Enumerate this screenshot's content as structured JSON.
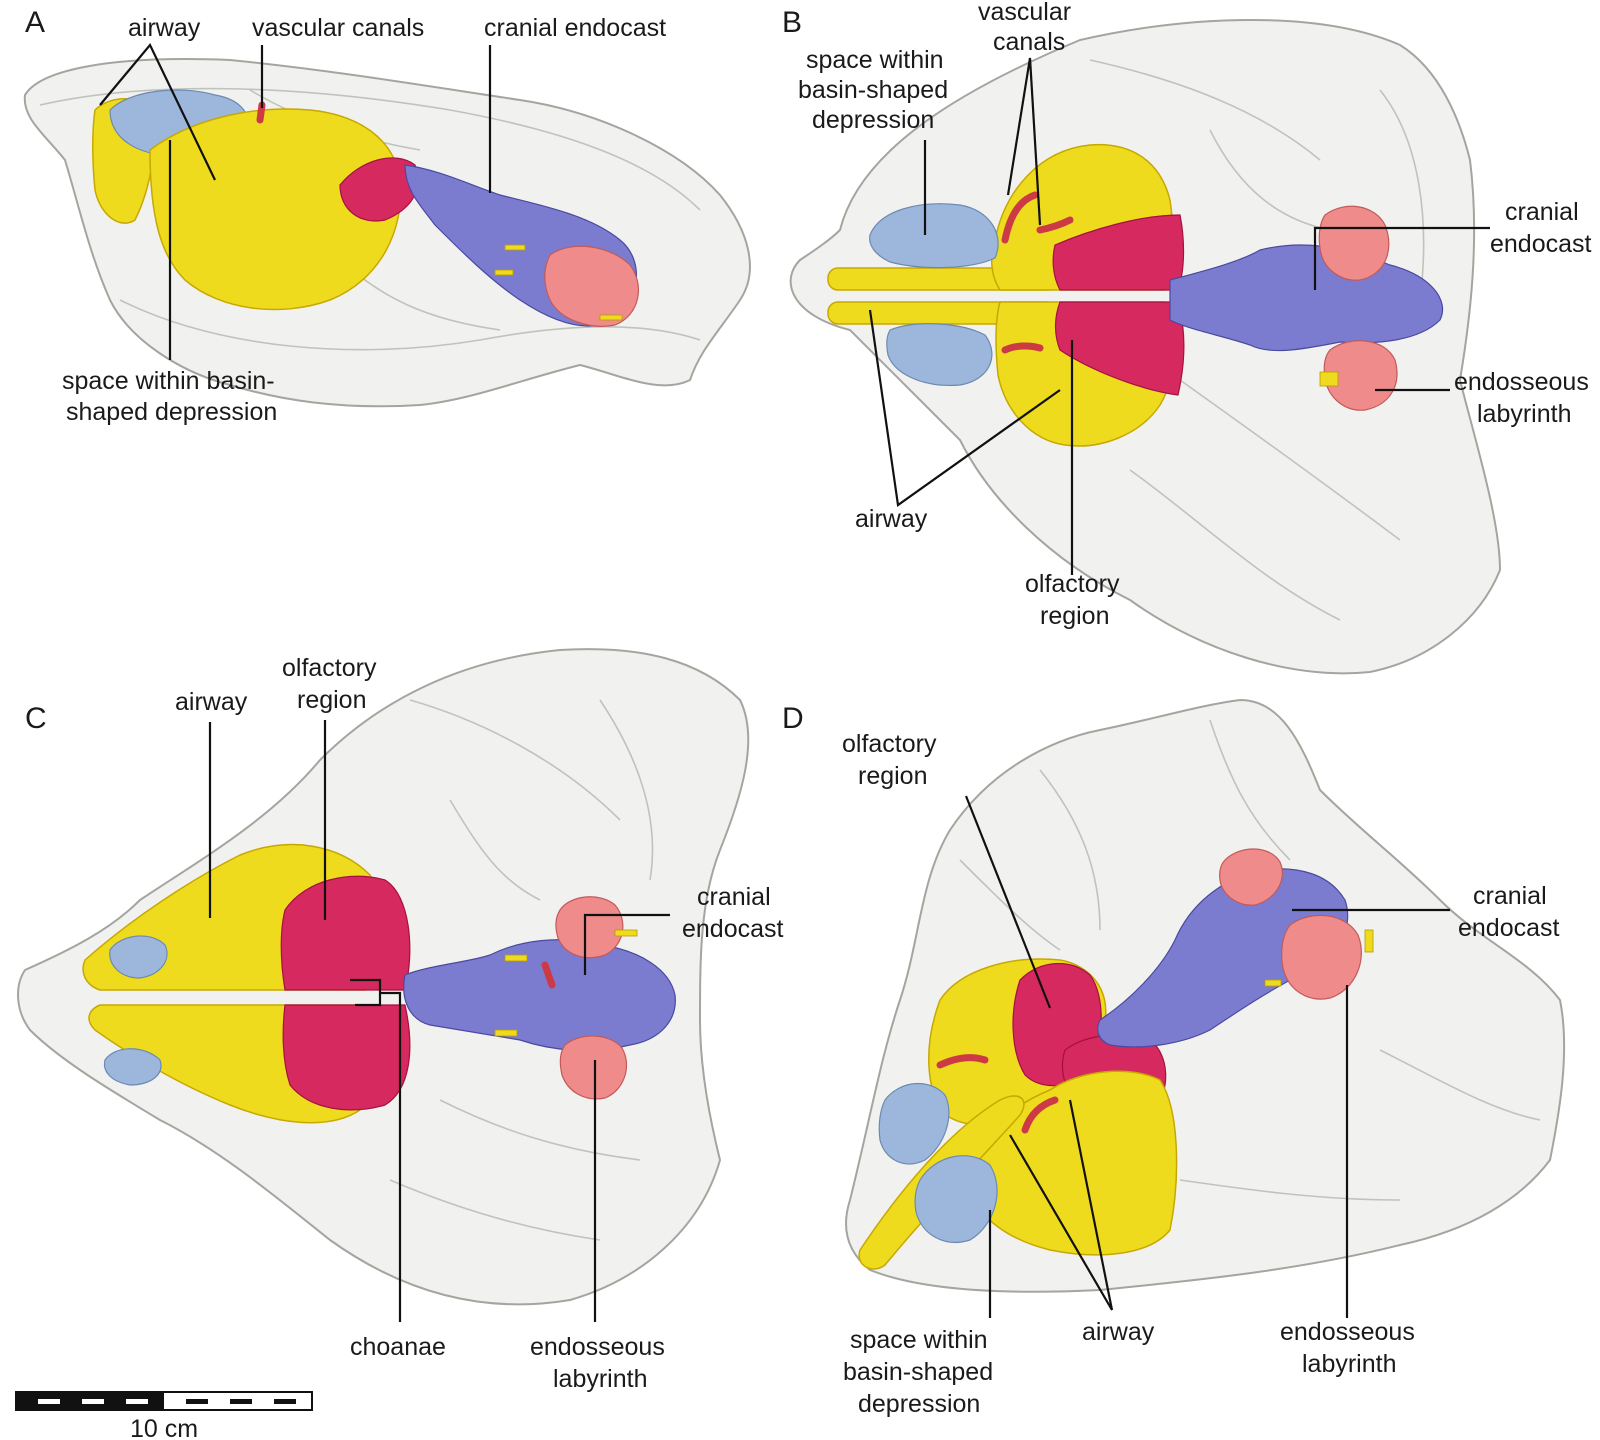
{
  "colors": {
    "airway": "#eedb1e",
    "olfactory": "#d6295f",
    "endocast": "#7b7ccf",
    "labyrinth": "#ef8b8b",
    "basin": "#9cb6dc",
    "vascular": "#cc3b45",
    "skull": "#e6e8e3"
  },
  "panels": {
    "A": {
      "letter": "A",
      "airway": "airway",
      "vascular_canals": "vascular canals",
      "cranial_endocast": "cranial endocast",
      "basin_line1": "space within basin-",
      "basin_line2": "shaped depression"
    },
    "B": {
      "letter": "B",
      "vascular_line1": "vascular",
      "vascular_line2": "canals",
      "basin_line1": "space within",
      "basin_line2": "basin-shaped",
      "basin_line3": "depression",
      "cranial_line1": "cranial",
      "cranial_line2": "endocast",
      "labyrinth_line1": "endosseous",
      "labyrinth_line2": "labyrinth",
      "airway": "airway",
      "olfactory_line1": "olfactory",
      "olfactory_line2": "region"
    },
    "C": {
      "letter": "C",
      "airway": "airway",
      "olfactory_line1": "olfactory",
      "olfactory_line2": "region",
      "cranial_line1": "cranial",
      "cranial_line2": "endocast",
      "choanae": "choanae",
      "labyrinth_line1": "endosseous",
      "labyrinth_line2": "labyrinth"
    },
    "D": {
      "letter": "D",
      "olfactory_line1": "olfactory",
      "olfactory_line2": "region",
      "cranial_line1": "cranial",
      "cranial_line2": "endocast",
      "basin_line1": "space within",
      "basin_line2": "basin-shaped",
      "basin_line3": "depression",
      "airway": "airway",
      "labyrinth_line1": "endosseous",
      "labyrinth_line2": "labyrinth"
    }
  },
  "scale_bar": {
    "label": "10 cm"
  }
}
